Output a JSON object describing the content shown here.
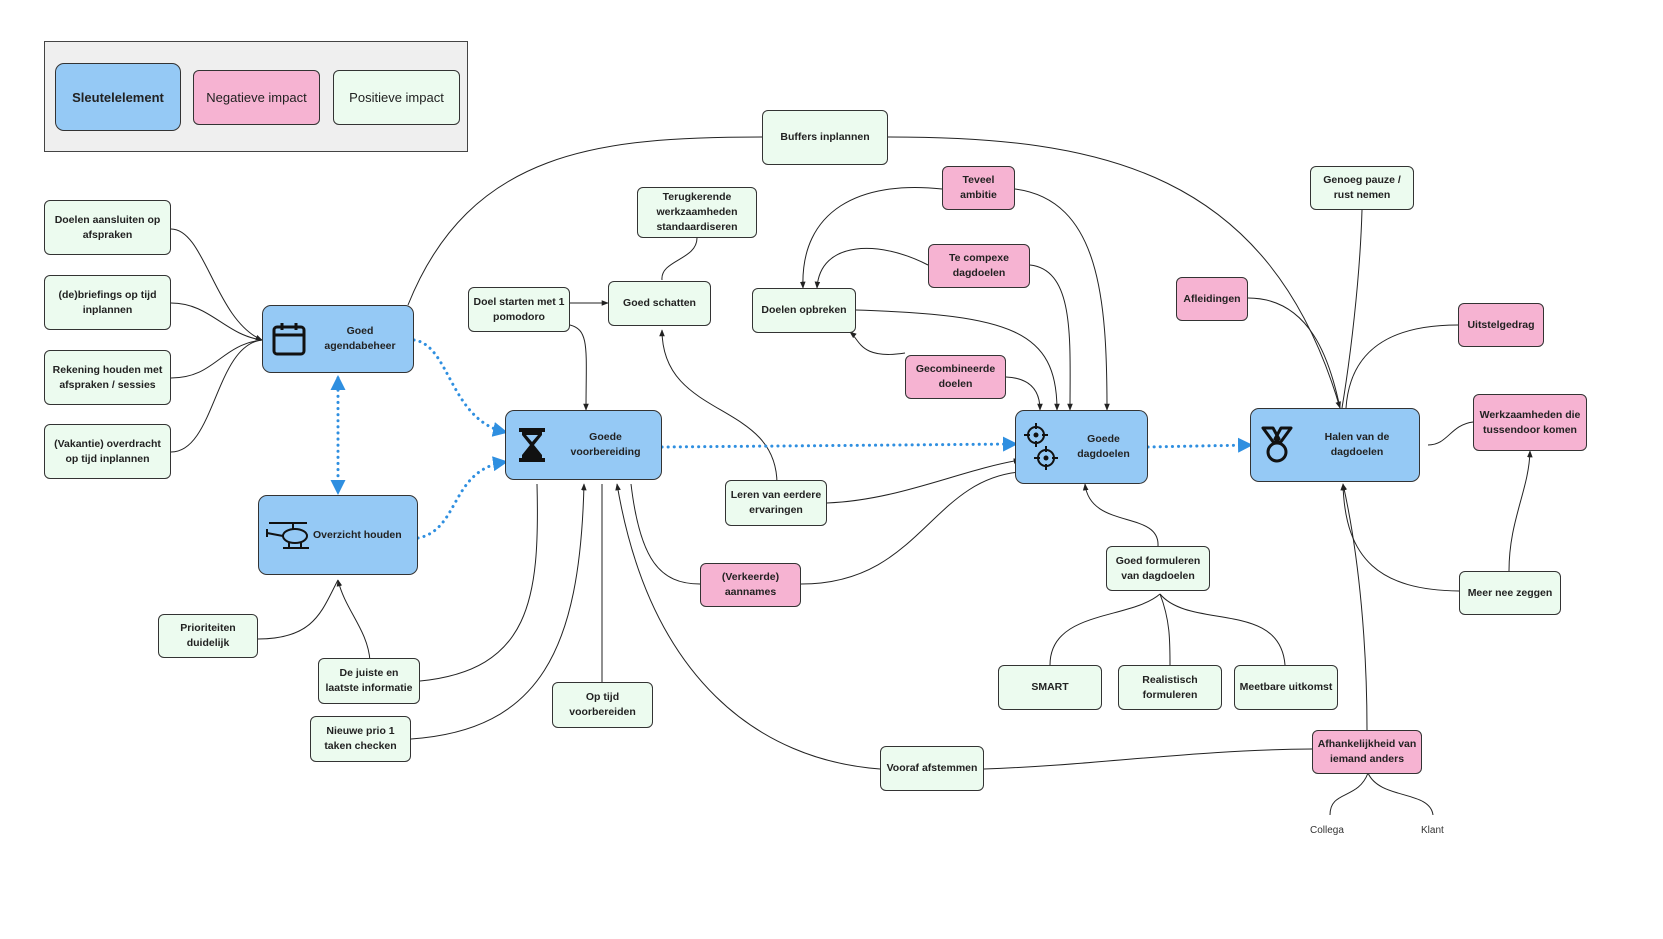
{
  "legend": {
    "key": "Sleutelelement",
    "negative": "Negatieve impact",
    "positive": "Positieve impact"
  },
  "key_nodes": {
    "agenda": "Goed agendabeheer",
    "overzicht": "Overzicht houden",
    "voorbereiding": "Goede voorbereiding",
    "dagdoelen": "Goede dagdoelen",
    "halen": "Halen van de dagdoelen"
  },
  "positive_nodes": {
    "doelen_afspraken": "Doelen aansluiten op afspraken",
    "briefings": "(de)briefings op tijd inplannen",
    "rekening": "Rekening houden met afspraken / sessies",
    "vakantie": "(Vakantie) overdracht op tijd inplannen",
    "prioriteiten": "Prioriteiten duidelijk",
    "juiste_info": "De juiste en laatste informatie",
    "nieuwe_prio": "Nieuwe prio 1 taken checken",
    "op_tijd": "Op tijd voorbereiden",
    "buffers": "Buffers inplannen",
    "terugkerende": "Terugkerende werkzaamheden standaardiseren",
    "goed_schatten": "Goed schatten",
    "pomodoro": "Doel starten met 1 pomodoro",
    "leren": "Leren van eerdere ervaringen",
    "vooraf": "Vooraf afstemmen",
    "doelen_opbreken": "Doelen opbreken",
    "goed_formuleren": "Goed formuleren van dagdoelen",
    "smart": "SMART",
    "realistisch": "Realistisch formuleren",
    "meetbare": "Meetbare uitkomst",
    "pauze": "Genoeg pauze / rust nemen",
    "nee_zeggen": "Meer nee zeggen"
  },
  "negative_nodes": {
    "aannames": "(Verkeerde) aannames",
    "teveel_ambitie": "Teveel ambitie",
    "te_complexe": "Te compexe dagdoelen",
    "gecombineerde": "Gecombineerde doelen",
    "afleidingen": "Afleidingen",
    "uitstelgedrag": "Uitstelgedrag",
    "tussendoor": "Werkzaamheden die tussendoor komen",
    "afhankelijkheid": "Afhankelijkheid van iemand anders"
  },
  "plain_labels": {
    "collega": "Collega",
    "klant": "Klant"
  },
  "icons": {
    "agenda": "calendar-icon",
    "overzicht": "helicopter-icon",
    "voorbereiding": "hourglass-icon",
    "dagdoelen": "crosshair-target-icon",
    "halen": "medal-icon"
  },
  "colors": {
    "key": "#95c9f5",
    "negative": "#f6b3d2",
    "positive": "#ecfbef",
    "key_link": "#2f8fe0"
  }
}
